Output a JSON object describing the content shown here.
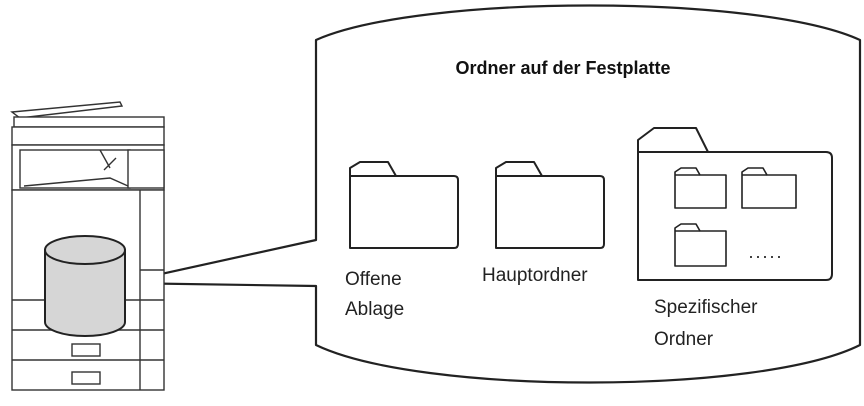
{
  "diagram": {
    "title": "Ordner auf der Festplatte",
    "folders": [
      {
        "id": "open",
        "label_lines": [
          "Offene",
          "Ablage"
        ]
      },
      {
        "id": "main",
        "label_lines": [
          "Hauptordner"
        ]
      },
      {
        "id": "custom",
        "label_lines": [
          "Spezifischer",
          "Ordner"
        ]
      }
    ],
    "ellipsis": "·····",
    "colors": {
      "stroke": "#222222",
      "drum_fill": "#d6d6d6",
      "background": "#ffffff"
    },
    "icons": [
      "printer-icon",
      "hard-disk-icon",
      "folder-icon"
    ]
  }
}
